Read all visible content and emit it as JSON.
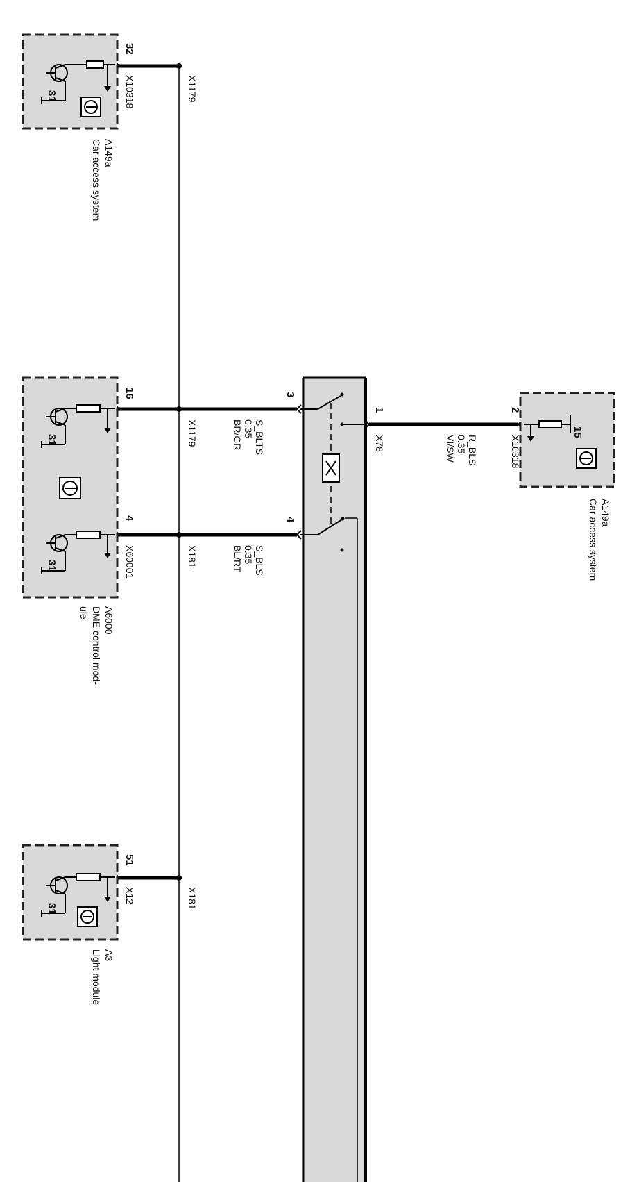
{
  "modules": [
    {
      "id": "a149a_top",
      "code": "A149a",
      "name": "Car access system",
      "connector": "X10318",
      "pin": "32",
      "ground": "31"
    },
    {
      "id": "a6000",
      "code": "A6000",
      "name": "DME control mod-",
      "name2": "ule",
      "connector": "X60001",
      "pin_a": "16",
      "pin_b": "4",
      "ground": "31"
    },
    {
      "id": "a3",
      "code": "A3",
      "name": "Light module",
      "connector": "X12",
      "pin": "51",
      "ground": "31"
    },
    {
      "id": "a149a_right",
      "code": "A149a",
      "name": "Car access system",
      "connector": "X10318",
      "pin": "2",
      "pin_inner": "15"
    }
  ],
  "splices": {
    "x1179_top": "X1179",
    "x1179_mid": "X1179",
    "x181_mid": "X181",
    "x181_bot": "X181"
  },
  "switch": {
    "connector": "X78",
    "pin_3": "3",
    "pin_4": "4",
    "pin_1": "1"
  },
  "wires": {
    "s_blts": {
      "signal": "S_BLTS",
      "size": "0.35",
      "color": "BR/GR"
    },
    "s_bls": {
      "signal": "S_BLS",
      "size": "0.35",
      "color": "BL/RT"
    },
    "r_bls": {
      "signal": "R_BLS",
      "size": "0.35",
      "color": "VI/SW"
    }
  }
}
